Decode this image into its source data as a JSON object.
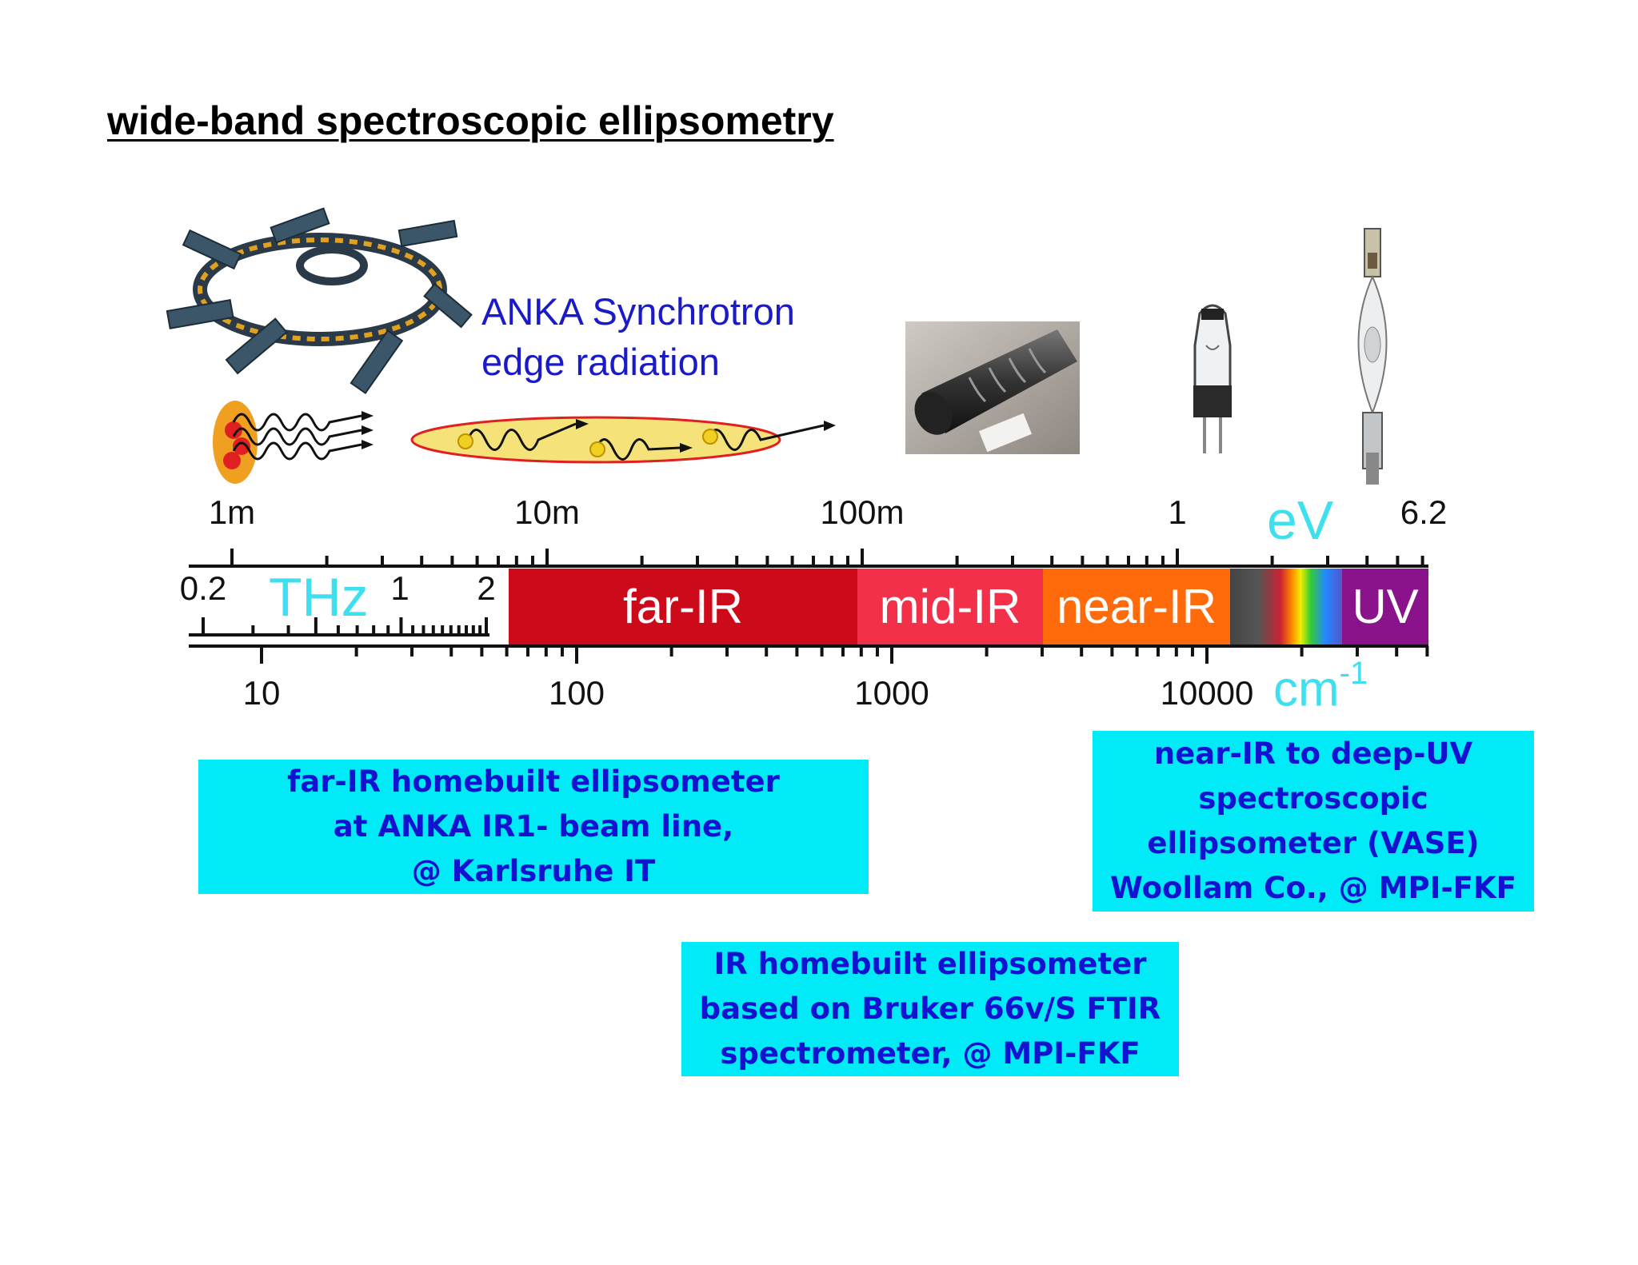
{
  "title": "wide-band spectroscopic ellipsometry",
  "source_label": {
    "line1": "ANKA Synchrotron",
    "line2": "edge radiation"
  },
  "ev_axis": {
    "unit": "eV",
    "tick_labels": [
      "1m",
      "10m",
      "100m",
      "1",
      "6.2"
    ]
  },
  "thz_axis": {
    "unit": "THz",
    "tick_labels": [
      "0.2",
      "1",
      "2"
    ]
  },
  "cm_axis": {
    "unit": "cm",
    "unit_exponent": "-1",
    "tick_labels": [
      "10",
      "100",
      "1000",
      "10000"
    ]
  },
  "bands": [
    {
      "label": "far-IR",
      "color": "#cc0a1a"
    },
    {
      "label": "mid-IR",
      "color": "#f2304a"
    },
    {
      "label": "near-IR",
      "color": "#ff6a0a"
    },
    {
      "label": "",
      "color": "spectrum"
    },
    {
      "label": "UV",
      "color": "#8a138c"
    }
  ],
  "boxes": [
    {
      "lines": [
        "far-IR homebuilt ellipsometer",
        "at ANKA IR1- beam line,",
        "@ Karlsruhe IT"
      ]
    },
    {
      "lines": [
        "near-IR to deep-UV",
        "spectroscopic",
        "ellipsometer (VASE)",
        "Woollam Co., @ MPI-FKF"
      ]
    },
    {
      "lines": [
        "IR homebuilt ellipsometer",
        "based on Bruker 66v/S FTIR",
        "spectrometer, @ MPI-FKF"
      ]
    }
  ],
  "images": [
    "synchrotron-ring",
    "edge-radiation-sketch",
    "globar-source",
    "halogen-lamp",
    "deuterium-lamp"
  ]
}
